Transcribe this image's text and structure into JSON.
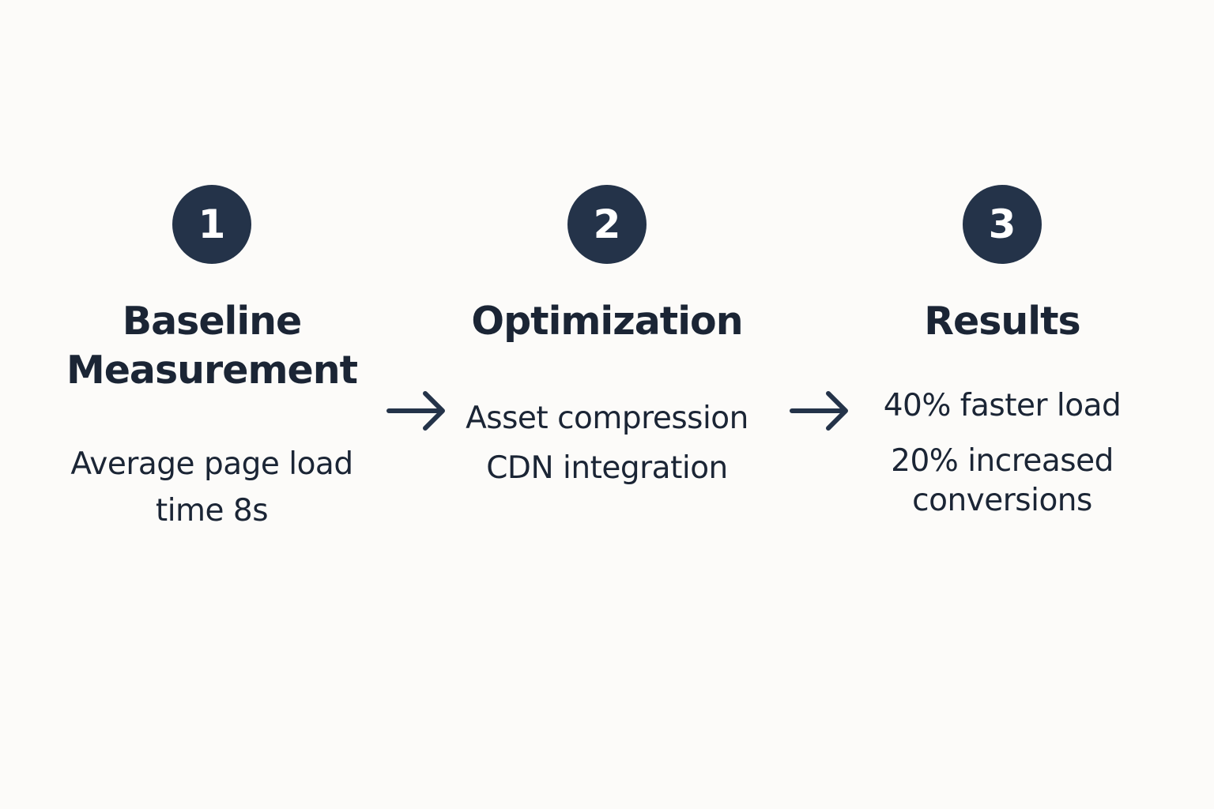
{
  "steps": [
    {
      "number": "1",
      "title_lines": [
        "Baseline",
        "Measurement"
      ],
      "detail_lines": [
        "Average page load",
        "time 8s"
      ]
    },
    {
      "number": "2",
      "title_lines": [
        "Optimization"
      ],
      "detail_lines": [
        "Asset compression",
        "CDN integration"
      ]
    },
    {
      "number": "3",
      "title_lines": [
        "Results"
      ],
      "detail_lines": [
        "40% faster load",
        "20% increased",
        "conversions"
      ]
    }
  ],
  "arrows": [
    {
      "icon": "arrow-right-icon"
    },
    {
      "icon": "arrow-right-icon"
    }
  ],
  "colors": {
    "background": "#fcfbf9",
    "badge": "#243349",
    "text": "#1b2535"
  }
}
